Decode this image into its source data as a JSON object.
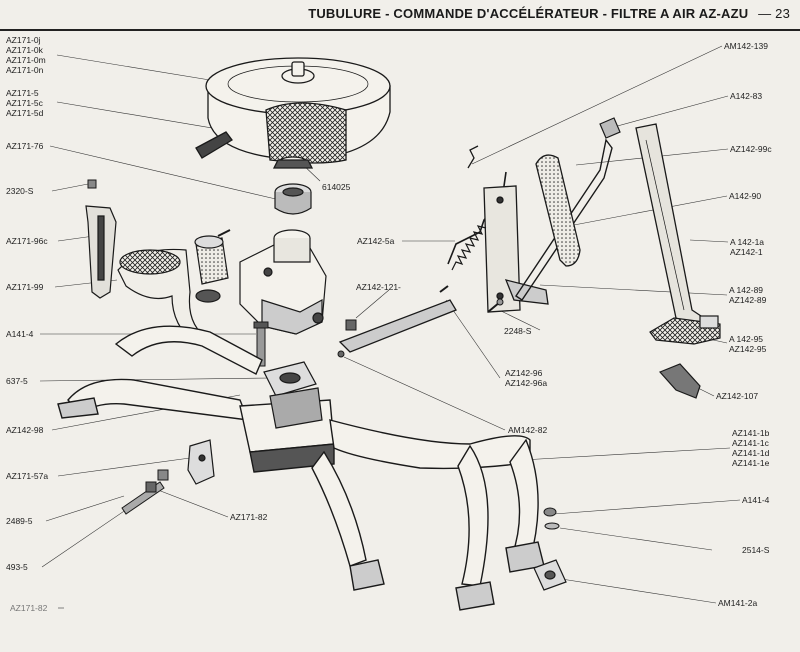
{
  "header": {
    "title": "TUBULURE - COMMANDE D'ACCÉLÉRATEUR - FILTRE A AIR AZ-AZU",
    "page_number": "— 23"
  },
  "labels": {
    "az171_0j_group": [
      "AZ171-0j",
      "AZ171-0k",
      "AZ171-0m",
      "AZ171-0n"
    ],
    "az171_5_group": [
      "AZ171-5",
      "AZ171-5c",
      "AZ171-5d"
    ],
    "az171_76": "AZ171-76",
    "n2320_s": "2320-S",
    "az171_96c": "AZ171-96c",
    "az171_99": "AZ171-99",
    "a141_4_left": "A141-4",
    "n637_5": "637-5",
    "az142_98": "AZ142-98",
    "az171_57a": "AZ171-57a",
    "n2489_5": "2489-5",
    "n493_5": "493-5",
    "az171_82_bottom": "AZ171-82",
    "n614025": "614025",
    "az142_5a": "AZ142-5a",
    "az142_121": "AZ142-121-",
    "n2248_s": "2248-S",
    "az142_96_group": [
      "AZ142-96",
      "AZ142-96a"
    ],
    "am142_82": "AM142-82",
    "az171_82_mid": "AZ171-82",
    "am142_139": "AM142-139",
    "a142_83": "A142-83",
    "az142_99c": "AZ142-99c",
    "a142_90": "A142-90",
    "a142_1_group": [
      "A 142-1a",
      "AZ142-1"
    ],
    "a142_89_group": [
      "A 142-89",
      "AZ142-89"
    ],
    "a142_95_group": [
      "A 142-95",
      "AZ142-95"
    ],
    "az142_107": "AZ142-107",
    "az141_1_group": [
      "AZ141-1b",
      "AZ141-1c",
      "AZ141-1d",
      "AZ141-1e"
    ],
    "a141_4_right": "A141-4",
    "n2514_s": "2514-S",
    "am141_2a": "AM141-2a"
  },
  "colors": {
    "paper": "#f1efea",
    "ink": "#1a1a1a"
  }
}
